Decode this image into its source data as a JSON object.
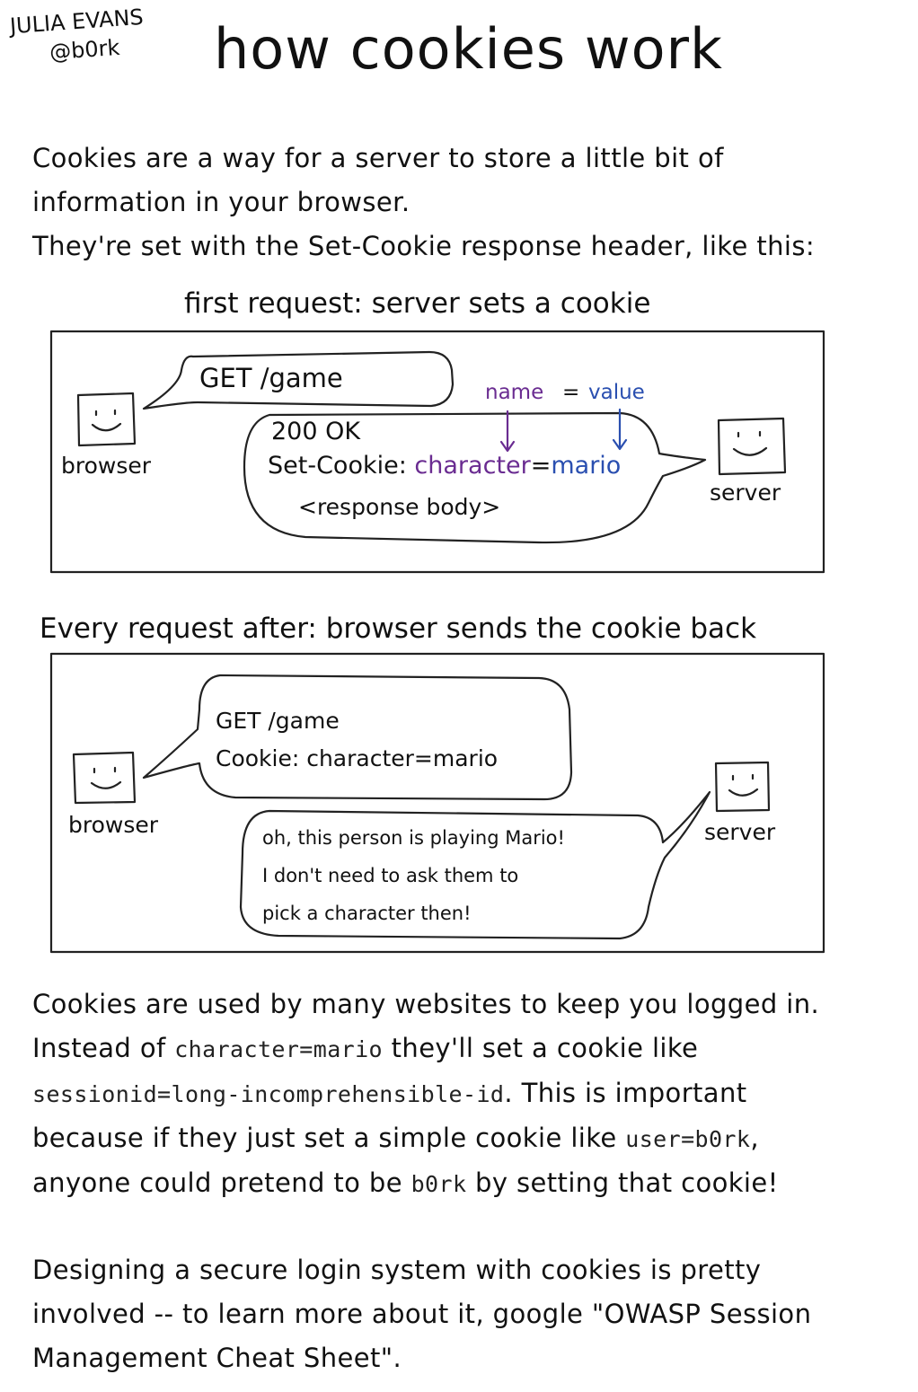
{
  "header": {
    "author_name": "JULIA EVANS",
    "author_handle": "@b0rk",
    "title": "how cookies work"
  },
  "intro": {
    "line1": "Cookies are a way for a server to store a little bit of",
    "line2": "information in your browser.",
    "line3": "They're set with the Set-Cookie response header, like this:"
  },
  "panel1": {
    "caption": "first request: server sets a cookie",
    "browser_label": "browser",
    "server_label": "server",
    "request_text": "GET /game",
    "response_status": "200 OK",
    "response_header_prefix": "Set-Cookie:",
    "cookie_name": "character",
    "cookie_equals": "=",
    "cookie_value": "mario",
    "response_body": "<response body>",
    "annotation_name": "name",
    "annotation_equals": "=",
    "annotation_value": "value"
  },
  "panel2": {
    "caption": "Every request after: browser sends the cookie back",
    "browser_label": "browser",
    "server_label": "server",
    "request_line1": "GET /game",
    "request_line2": "Cookie: character=mario",
    "server_line1": "oh, this person is playing Mario!",
    "server_line2": "I don't need to ask them to",
    "server_line3": "pick a character then!"
  },
  "outro": {
    "p1_line1": "Cookies are used by many websites to keep you logged in.",
    "p1_line2_a": "Instead of",
    "p1_line2_code": "character=mario",
    "p1_line2_b": "they'll set a cookie like",
    "p1_line3_code": "sessionid=long-incomprehensible-id",
    "p1_line3_b": ". This is important",
    "p1_line4_a": "because if they just set a simple cookie like",
    "p1_line4_code": "user=b0rk",
    "p1_line4_b": ",",
    "p1_line5_a": "anyone could pretend to be",
    "p1_line5_code": "b0rk",
    "p1_line5_b": "by setting that cookie!",
    "p2_line1": "Designing a secure login system with cookies is pretty",
    "p2_line2": "involved -- to learn more about it, google \"OWASP Session",
    "p2_line3": "Management Cheat Sheet\"."
  },
  "colors": {
    "cookie_name": "#6a2c91",
    "cookie_value": "#2a4fb0",
    "ink": "#111111"
  }
}
